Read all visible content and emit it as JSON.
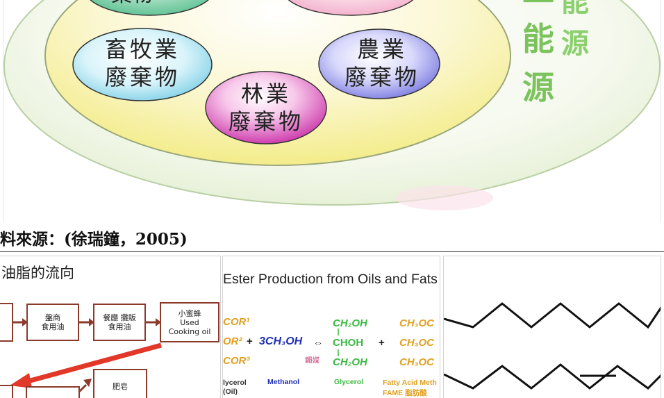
{
  "diagram": {
    "bubbles": [
      {
        "line1": "畜牧業",
        "line2": "廢棄物"
      },
      {
        "line1": "林業",
        "line2": "廢棄物"
      },
      {
        "line1": "農業",
        "line2": "廢棄物"
      }
    ],
    "energy_chars": [
      "能",
      "源"
    ],
    "energy_side": [
      "能",
      "源"
    ],
    "top_fragment": "棄物"
  },
  "caption": "料來源：(徐瑞鐘，2005)",
  "thumbnails": {
    "oil_flow": {
      "title": "油脂的流向",
      "boxes": [
        "盤商\n食用油",
        "餐廳 攤販\n食用油",
        "小蜜蜂\nUsed\nCooking oil",
        "肥皂"
      ]
    },
    "ester": {
      "title": "Ester Production from Oils and Fats",
      "reactant1": [
        "COR¹",
        "OR²",
        "COR³"
      ],
      "plus": "+",
      "methanol": "3CH₃OH",
      "arrow": "⇔",
      "catalyst": "觸媒",
      "glycerol": [
        "CH₂OH",
        "CHOH",
        "CH₂OH"
      ],
      "plus2": "+",
      "fame": [
        "CH₃OC",
        "CH₃OC",
        "CH₃OC"
      ],
      "labels": {
        "glycerol_oil": "lycerol\n(Oil)",
        "methanol": "Methanol",
        "glycerol": "Glycerol",
        "fame": "Fatty Acid Meth\nFAME 脂肪酸"
      }
    },
    "chain": {}
  },
  "colors": {
    "bubble_livestock": "#bfeaf5",
    "bubble_forest": "#e98fd0",
    "bubble_agri": "#a8a8ee",
    "energy_green": "#7cc35e",
    "flow_border": "#8b3a2c",
    "flow_arrow": "#e1382a",
    "methanol_blue": "#1f2fb5",
    "glycerol_green": "#3cb843",
    "fame_orange": "#e0a020"
  }
}
